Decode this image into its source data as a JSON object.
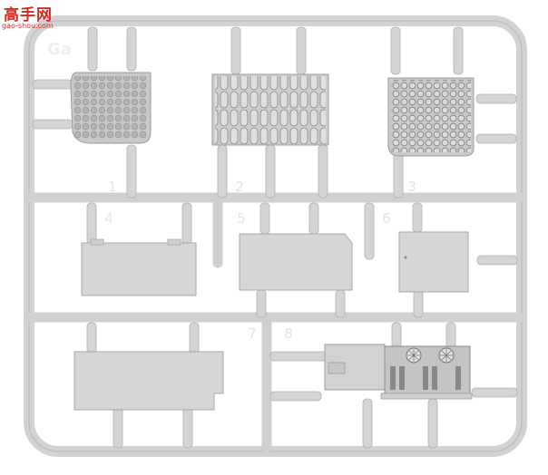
{
  "watermark": {
    "text": "高手网",
    "url": "gao-shou.com"
  },
  "sprue": {
    "letter": "Ga",
    "part_numbers": [
      "1",
      "2",
      "3",
      "4",
      "5",
      "6",
      "7",
      "8"
    ]
  },
  "colors": {
    "plastic": "#cdcdcd",
    "plastic_light": "#dcdcdc",
    "plastic_dark": "#a6a6a6",
    "watermark": "#d42a20"
  }
}
